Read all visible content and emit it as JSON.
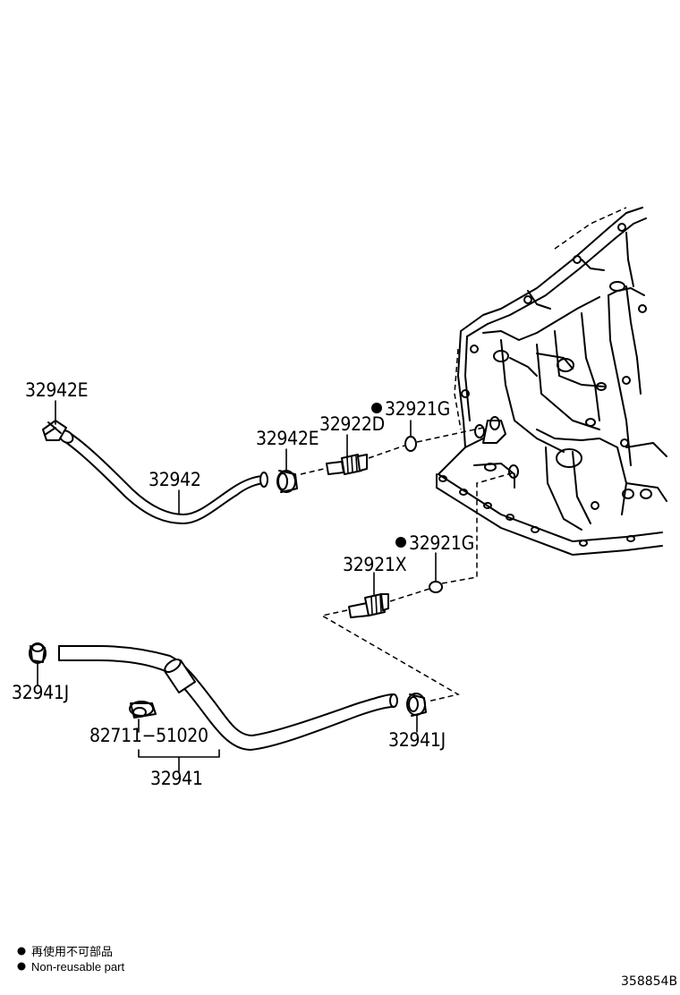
{
  "parts": {
    "p32942E_left": "32942E",
    "p32942": "32942",
    "p32942E_right": "32942E",
    "p32922D": "32922D",
    "p32921G_top": "32921G",
    "p32921G_mid": "32921G",
    "p32921X": "32921X",
    "p32941J_left": "32941J",
    "p82711": "82711−51020",
    "p32941": "32941",
    "p32941J_right": "32941J"
  },
  "legend": {
    "line1": "再使用不可部品",
    "line2": "Non-reusable part"
  },
  "figure_id": "358854B"
}
